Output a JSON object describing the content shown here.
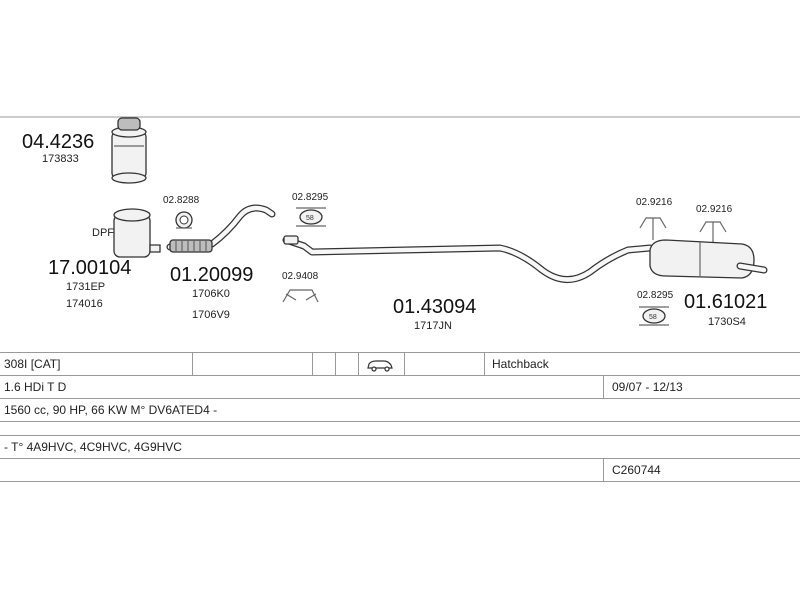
{
  "parts": {
    "p1": {
      "code": "04.4236",
      "ref": "173833"
    },
    "p2_label": "DPF",
    "p2": {
      "code": "17.00104",
      "ref1": "1731EP",
      "ref2": "174016"
    },
    "p3_clamp": "02.8288",
    "p3": {
      "code": "01.20099",
      "ref1": "1706K0",
      "ref2": "1706V9"
    },
    "p4_top": "02.8295",
    "p4_bottom": "02.9408",
    "p5": {
      "code": "01.43094",
      "ref": "1717JN"
    },
    "p6_left_top": "02.9216",
    "p6_right_top": "02.9216",
    "p6_left_bottom": "02.8295",
    "p6": {
      "code": "01.61021",
      "ref": "1730S4"
    }
  },
  "vehicle": {
    "model": "308I  [CAT]",
    "body": "Hatchback",
    "engine": "1.6 HDi T D",
    "years": "09/07  -  12/13",
    "spec": "1560 cc, 90 HP, 66 KW M° DV6ATED4 -",
    "types": "- T° 4A9HVC, 4C9HVC, 4G9HVC",
    "code": "C260744"
  },
  "icons": {
    "car": "car-icon",
    "clamp": "clamp-icon",
    "hanger": "rubber-hanger-icon",
    "bracket": "bracket-icon"
  }
}
